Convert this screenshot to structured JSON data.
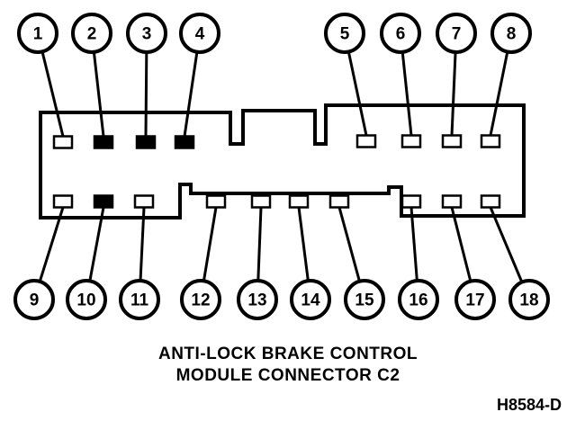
{
  "caption": {
    "line1": "ANTI-LOCK BRAKE CONTROL",
    "line2": "MODULE CONNECTOR C2"
  },
  "figure_id": "H8584-D",
  "pins": [
    {
      "label": "1",
      "filled": false
    },
    {
      "label": "2",
      "filled": true
    },
    {
      "label": "3",
      "filled": true
    },
    {
      "label": "4",
      "filled": true
    },
    {
      "label": "5",
      "filled": false
    },
    {
      "label": "6",
      "filled": false
    },
    {
      "label": "7",
      "filled": false
    },
    {
      "label": "8",
      "filled": false
    },
    {
      "label": "9",
      "filled": false
    },
    {
      "label": "10",
      "filled": true
    },
    {
      "label": "11",
      "filled": false
    },
    {
      "label": "12",
      "filled": false
    },
    {
      "label": "13",
      "filled": false
    },
    {
      "label": "14",
      "filled": false
    },
    {
      "label": "15",
      "filled": false
    },
    {
      "label": "16",
      "filled": false
    },
    {
      "label": "17",
      "filled": false
    },
    {
      "label": "18",
      "filled": false
    }
  ]
}
